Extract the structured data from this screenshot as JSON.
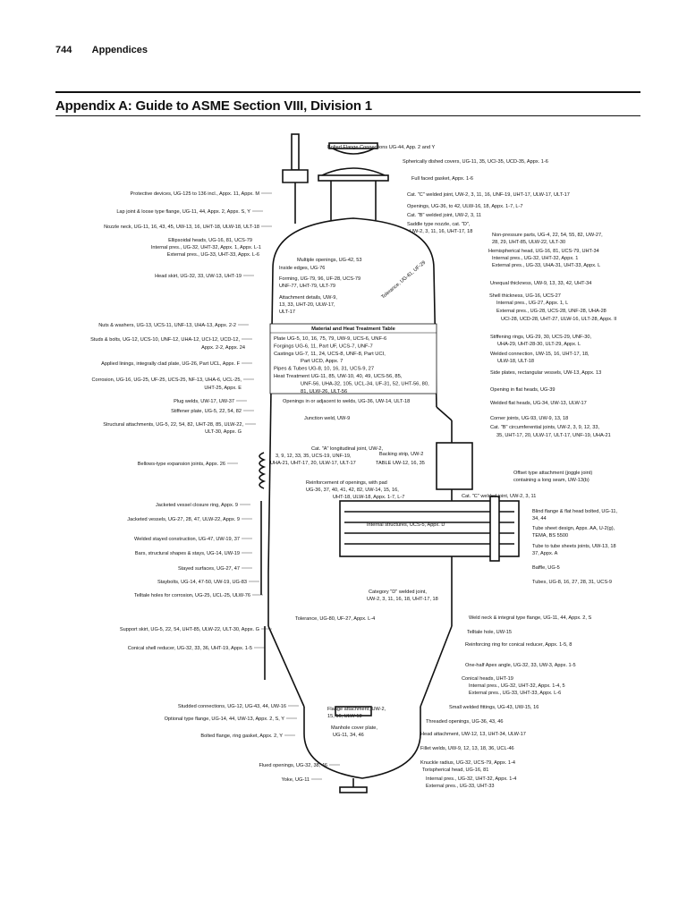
{
  "header": {
    "page_number": "744",
    "section": "Appendices"
  },
  "title": "Appendix A: Guide to ASME Section VIII, Division 1",
  "table": {
    "heading": "Material and Heat Treatment Table",
    "rows": [
      "Plate  UG-5, 10, 16, 75, 79, UW-9, UCS-6, UNF-6",
      "Forgings  UG-6, 11, Part UF, UCS-7, UNF-7",
      "Castings  UG-7, 11, 24, UCS-8, UNF-8, Part UCI,",
      "Part UCD, Appx. 7",
      "Pipes & Tubes  UG-8, 10, 16, 31, UCS-9, 27",
      "Heat Treatment  UG-11, 85, UW-10, 40, 49, UCS-56, 85,",
      "UNF-56, UHA-32, 105, UCL-34, UF-31, 52, UHT-56, 80,",
      "81, ULW-26, ULT-56"
    ]
  },
  "labels_left": [
    "Protective devices, UG-125 to 136 incl., Appx. 11, Appx. M",
    "Lap joint & loose type flange, UG-11, 44, Appx. 2, Appx. S, Y",
    "Nozzle neck, UG-11, 16, 43, 45, UW-13, 16, UHT-18, ULW-18, ULT-18",
    "Ellipsoidal heads, UG-16, 81, UCS-79",
    "Internal pres., UG-32, UHT-32, Appx. 1, Appx. L-1",
    "External pres., UG-33, UHT-33, Appx. L-6",
    "Head skirt, UG-32, 33, UW-13, UHT-19",
    "Nuts & washers, UG-13, UCS-11, UNF-13, UHA-13, Appx. 2-2",
    "Studs & bolts, UG-12, UCS-10, UNF-12, UHA-12, UCI-12, UCD-12,",
    "Appx. 2-2, Appx. 24",
    "Applied linings, integrally clad plate, UG-26, Part UCL, Appx. F",
    "Corrosion, UG-16, UG-25, UF-25, UCS-25, NF-13, UHA-6, UCL-25,",
    "UHT-25, Appx. E",
    "Plug welds, UW-17, UW-37",
    "Stiffener plate, UG-5, 22, 54, 82",
    "Structural attachments, UG-5, 22, 54, 82, UHT-28, 85, ULW-22,",
    "ULT-30, Appx. G",
    "Bellows-type expansion joints, Appx. 26",
    "Jacketed vessel closure ring, Appx. 9",
    "Jacketed vessels, UG-27, 28, 47, ULW-22, Appx. 9",
    "Welded stayed construction, UG-47, UW-19, 37",
    "Bars, structural shapes & stays, UG-14, UW-19",
    "Stayed surfaces, UG-27, 47",
    "Staybolts, UG-14, 47-50, UW-19, UG-83",
    "Telltale holes for corrosion, UG-25, UCL-25, ULW-76",
    "Support skirt, UG-5, 22, 54, UHT-85, ULW-22, ULT-30, Appx. G",
    "Conical shell reducer, UG-32, 33, 36, UHT-19, Appx. 1-5",
    "Studded connections, UG-12, UG-43, 44, UW-16",
    "Optional type flange, UG-14, 44, UW-13, Appx. 2, S, Y",
    "Bolted flange, ring gasket, Appx. 2, Y",
    "Flued openings, UG-32, 38, 46",
    "Yoke, UG-11"
  ],
  "labels_right": [
    "Bolted Flange Connections UG-44, App. 2 and Y",
    "Spherically dished covers, UG-11, 35, UCI-35, UCD-35, Appx. 1-6",
    "Full faced gasket, Appx. 1-6",
    "Cat. \"C\" welded joint, UW-2, 3, 11, 16, UNF-19, UHT-17, ULW-17, ULT-17",
    "Openings, UG-36, to 42, ULW-16, 18, Appx. 1-7, L-7",
    "Cat. \"B\" welded joint, UW-2, 3, 11",
    "Saddle type nozzle, cat. \"D\",",
    "UW-2, 3, 11, 16, UHT-17, 18",
    "Non-pressure parts, UG-4, 22, 54, 55, 82, UW-27,",
    "28, 29, UHT-85, ULW-22, ULT-30",
    "Hemispherical head, UG-16, 81, UCS-79, UHT-34",
    "Internal pres., UG-32, UHT-32, Appx. 1",
    "External pres., UG-33, UHA-31, UHT-33, Appx. L",
    "Unequal thickness, UW-9, 13, 33, 42, UHT-34",
    "Shell thickness, UG-16, UCS-27",
    "Internal pres., UG-27, Appx. 1, L",
    "External pres., UG-28, UCS-28, UNF-28, UHA-28",
    "UCI-28, UCD-28, UHT-27, ULW-16, ULT-28, Appx. II",
    "Stiffening rings, UG-29, 30, UCS-29, UNF-30,",
    "UHA-29, UHT-28-30, ULT-29, Appx. L",
    "Welded connection, UW-15, 16, UHT-17, 18,",
    "ULW-18, ULT-18",
    "Side plates, rectangular vessels, UW-13, Appx. 13",
    "Opening in flat heads, UG-39",
    "Welded flat heads, UG-34, UW-13, ULW-17",
    "Corner joints, UG-93, UW-9, 13, 18",
    "Cat. \"B\" circumferential joints, UW-2, 3, 9, 12, 33,",
    "35, UHT-17, 20, ULW-17, ULT-17, UNF-19, UHA-21",
    "Offset type attachment (joggle joint)",
    "containing a long seam, UW-13(b)",
    "Blind flange & flat head bolted, UG-11,",
    "34, 44",
    "Tube sheet design, Appx. AA, U-2(g),",
    "TEMA, BS 5500",
    "Tube to tube sheets joints, UW-13, 18",
    "37, Appx. A",
    "Baffle, UG-5",
    "Tubes, UG-8, 16, 27, 28, 31, UCS-9",
    "Weld neck & integral type flange, UG-11, 44, Appx. 2, S",
    "Telltale hole, UW-15",
    "Reinforcing ring for conical reducer, Appx. 1-5, 8",
    "One-half Apex angle, UG-32, 33, UW-3, Appx. 1-5",
    "Conical heads, UHT-19",
    "Internal pres., UG-32, UHT-32, Appx. 1-4, 5",
    "External pres., UG-33, UHT-33, Appx. L-6",
    "Small welded fittings, UG-43, UW-15, 16",
    "Threaded openings, UG-36, 43, 46",
    "Head attachment, UW-12, 13, UHT-34, ULW-17",
    "Fillet welds, UW-9, 12, 13, 18, 36, UCL-46",
    "Knuckle radius, UG-32, UCS-79, Appx. 1-4",
    "Torispherical head, UG-16, 81",
    "Internal pres., UG-32, UHT-32, Appx. 1-4",
    "External pres., UG-33, UHT-33"
  ],
  "labels_center": [
    "Inside edges, UG-76",
    "Multiple openings, UG-42, 53",
    "Forming, UG-79, 96, UF-28, UCS-79",
    "UNF-77, UHT-79, ULT-79",
    "Attachment details, UW-9,",
    "13, 33, UHT-20, ULW-17,",
    "ULT-17",
    "Tolerance, UG-81, UF-29",
    "Openings in or adjacent to welds, UG-36, UW-14, ULT-18",
    "Junction weld, UW-9",
    "Cat. \"A\" longitudinal joint, UW-2,",
    "3, 9, 12, 33, 35, UCS-19, UNF-19,",
    "UHA-21, UHT-17, 20, ULW-17, ULT-17",
    "Backing strip, UW-2",
    "TABLE UW-12, 16, 35",
    "Reinforcement of openings, with pad",
    "UG-36, 37, 40, 41, 42, 82, UW-14, 15, 16,",
    "UHT-18, ULW-18, Appx. 1-7, L-7",
    "Cat. \"C\" welded joint, UW-2, 3, 11",
    "Internal structures, UCS-5, Appx. D",
    "Category \"D\" welded joint,",
    "UW-2, 3, 11, 16, 18, UHT-17, 18",
    "Tolerance, UG-80, UF-27, Appx. L-4",
    "Flange attachment, UW-2,",
    "15, 16, ULW-18",
    "Manhole cover plate,",
    "UG-11, 34, 46"
  ]
}
